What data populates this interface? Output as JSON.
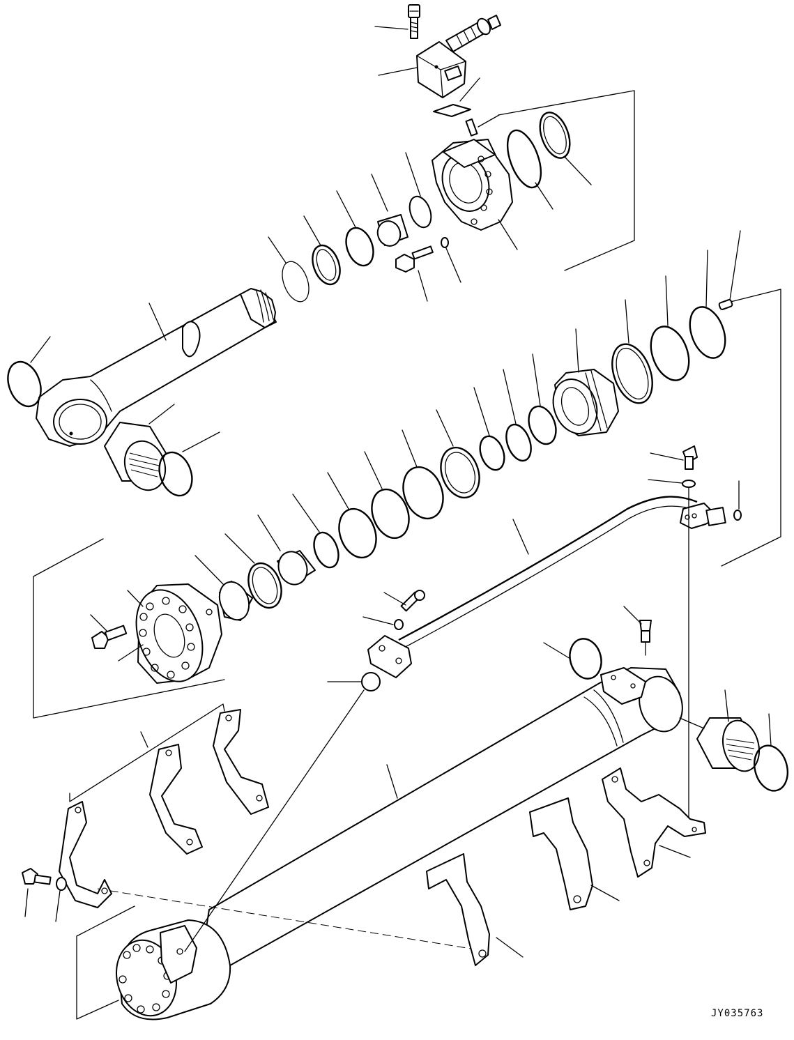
{
  "drawing": {
    "code": "JY035763"
  },
  "parts": [
    {
      "name": "tube-head-bolt"
    },
    {
      "name": "safety-valve-block"
    },
    {
      "name": "valve-fitting"
    },
    {
      "name": "valve-gasket"
    },
    {
      "name": "dowel-pin"
    },
    {
      "name": "cylinder-head"
    },
    {
      "name": "head-o-ring"
    },
    {
      "name": "head-backup-ring"
    },
    {
      "name": "rod-seal-rings"
    },
    {
      "name": "piston-rod"
    },
    {
      "name": "rod-end-bushing"
    },
    {
      "name": "piston"
    },
    {
      "name": "cushion-plunger"
    },
    {
      "name": "piston-nut"
    },
    {
      "name": "piston-rings"
    },
    {
      "name": "tube-pipe"
    },
    {
      "name": "pipe-clamps"
    },
    {
      "name": "cylinder-tube"
    },
    {
      "name": "tube-bushing"
    },
    {
      "name": "grease-fitting"
    },
    {
      "name": "steel-ball"
    }
  ]
}
